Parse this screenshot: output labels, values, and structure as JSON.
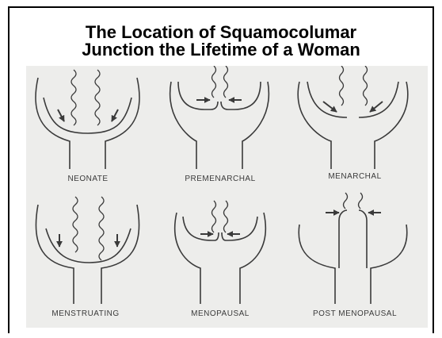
{
  "slide": {
    "title_line1": "The Location of Squamocolumar",
    "title_line2": "Junction the Lifetime of a Woman"
  },
  "figure": {
    "panels": [
      {
        "label": "NEONATE",
        "icon": "cervix-illustration"
      },
      {
        "label": "PREMENARCHAL",
        "icon": "cervix-illustration"
      },
      {
        "label": "MENARCHAL",
        "icon": "cervix-illustration"
      },
      {
        "label": "MENSTRUATING",
        "icon": "cervix-illustration"
      },
      {
        "label": "MENOPAUSAL",
        "icon": "cervix-illustration"
      },
      {
        "label": "POST MENOPAUSAL",
        "icon": "cervix-illustration"
      }
    ],
    "colors": {
      "background": "#ededeb",
      "ink": "#3a3a3a"
    }
  }
}
